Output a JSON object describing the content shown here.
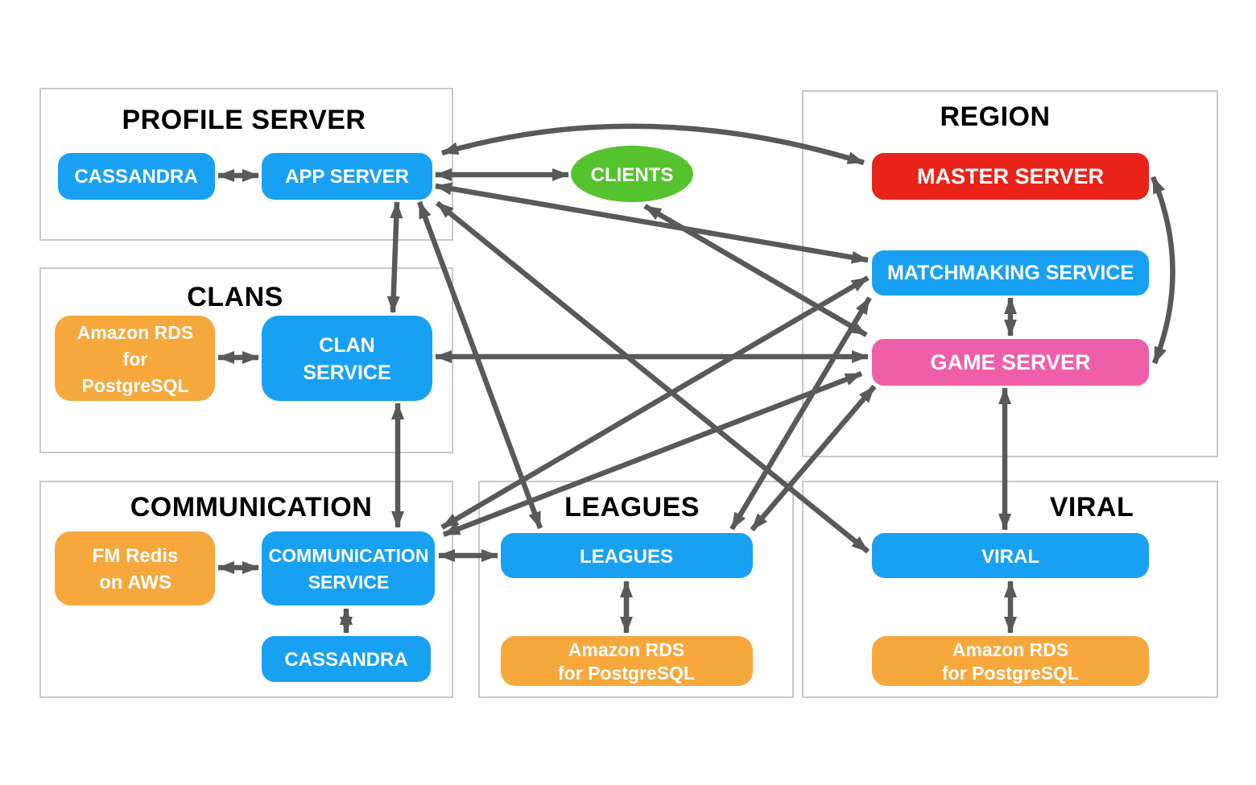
{
  "colors": {
    "blue": "#18A1F2",
    "orange": "#F6A83C",
    "red": "#E8231A",
    "pink": "#EF5EA8",
    "green": "#55C32E",
    "arrow": "#58595B",
    "group_border": "#C9C9C9",
    "title_text": "#000000",
    "node_text": "#FFFFFF"
  },
  "groups": [
    {
      "id": "profile-server",
      "title": "PROFILE SERVER"
    },
    {
      "id": "region",
      "title": "REGION"
    },
    {
      "id": "clans",
      "title": "CLANS"
    },
    {
      "id": "communication",
      "title": "COMMUNICATION"
    },
    {
      "id": "leagues",
      "title": "LEAGUES"
    },
    {
      "id": "viral",
      "title": "VIRAL"
    }
  ],
  "nodes": [
    {
      "id": "cassandra-profile",
      "group": "profile-server",
      "shape": "rect",
      "color": "blue",
      "lines": [
        "CASSANDRA"
      ]
    },
    {
      "id": "app-server",
      "group": "profile-server",
      "shape": "rect",
      "color": "blue",
      "lines": [
        "APP SERVER"
      ]
    },
    {
      "id": "clients",
      "group": null,
      "shape": "ellipse",
      "color": "green",
      "lines": [
        "CLIENTS"
      ]
    },
    {
      "id": "master-server",
      "group": "region",
      "shape": "rect",
      "color": "red",
      "lines": [
        "MASTER SERVER"
      ]
    },
    {
      "id": "matchmaking-service",
      "group": "region",
      "shape": "rect",
      "color": "blue",
      "lines": [
        "MATCHMAKING SERVICE"
      ]
    },
    {
      "id": "game-server",
      "group": "region",
      "shape": "rect",
      "color": "pink",
      "lines": [
        "GAME SERVER"
      ]
    },
    {
      "id": "rds-clans",
      "group": "clans",
      "shape": "rect",
      "color": "orange",
      "lines": [
        "Amazon RDS",
        "for",
        "PostgreSQL"
      ]
    },
    {
      "id": "clan-service",
      "group": "clans",
      "shape": "rect",
      "color": "blue",
      "lines": [
        "CLAN",
        "SERVICE"
      ]
    },
    {
      "id": "fm-redis",
      "group": "communication",
      "shape": "rect",
      "color": "orange",
      "lines": [
        "FM Redis",
        "on AWS"
      ]
    },
    {
      "id": "communication-service",
      "group": "communication",
      "shape": "rect",
      "color": "blue",
      "lines": [
        "COMMUNICATION",
        "SERVICE"
      ]
    },
    {
      "id": "cassandra-communication",
      "group": "communication",
      "shape": "rect",
      "color": "blue",
      "lines": [
        "CASSANDRA"
      ]
    },
    {
      "id": "leagues-service",
      "group": "leagues",
      "shape": "rect",
      "color": "blue",
      "lines": [
        "LEAGUES"
      ]
    },
    {
      "id": "rds-leagues",
      "group": "leagues",
      "shape": "rect",
      "color": "orange",
      "lines": [
        "Amazon RDS",
        "for PostgreSQL"
      ]
    },
    {
      "id": "viral-service",
      "group": "viral",
      "shape": "rect",
      "color": "blue",
      "lines": [
        "VIRAL"
      ]
    },
    {
      "id": "rds-viral",
      "group": "viral",
      "shape": "rect",
      "color": "orange",
      "lines": [
        "Amazon RDS",
        "for PostgreSQL"
      ]
    }
  ],
  "connections": [
    {
      "from": "cassandra-profile",
      "to": "app-server",
      "direction": "both"
    },
    {
      "from": "app-server",
      "to": "clients",
      "direction": "both"
    },
    {
      "from": "app-server",
      "to": "master-server",
      "direction": "both",
      "style": "arc"
    },
    {
      "from": "app-server",
      "to": "matchmaking-service",
      "direction": "both"
    },
    {
      "from": "app-server",
      "to": "clan-service",
      "direction": "both"
    },
    {
      "from": "app-server",
      "to": "leagues-service",
      "direction": "both"
    },
    {
      "from": "app-server",
      "to": "viral-service",
      "direction": "both"
    },
    {
      "from": "clients",
      "to": "game-server",
      "direction": "both"
    },
    {
      "from": "rds-clans",
      "to": "clan-service",
      "direction": "both"
    },
    {
      "from": "clan-service",
      "to": "game-server",
      "direction": "both"
    },
    {
      "from": "clan-service",
      "to": "communication-service",
      "direction": "both"
    },
    {
      "from": "fm-redis",
      "to": "communication-service",
      "direction": "both"
    },
    {
      "from": "communication-service",
      "to": "cassandra-communication",
      "direction": "both"
    },
    {
      "from": "communication-service",
      "to": "leagues-service",
      "direction": "both"
    },
    {
      "from": "communication-service",
      "to": "matchmaking-service",
      "direction": "both"
    },
    {
      "from": "communication-service",
      "to": "game-server",
      "direction": "both"
    },
    {
      "from": "leagues-service",
      "to": "rds-leagues",
      "direction": "both"
    },
    {
      "from": "leagues-service",
      "to": "matchmaking-service",
      "direction": "both"
    },
    {
      "from": "leagues-service",
      "to": "game-server",
      "direction": "both"
    },
    {
      "from": "viral-service",
      "to": "rds-viral",
      "direction": "both"
    },
    {
      "from": "game-server",
      "to": "viral-service",
      "direction": "both"
    },
    {
      "from": "matchmaking-service",
      "to": "game-server",
      "direction": "both"
    },
    {
      "from": "master-server",
      "to": "game-server",
      "direction": "both",
      "style": "arc"
    }
  ]
}
